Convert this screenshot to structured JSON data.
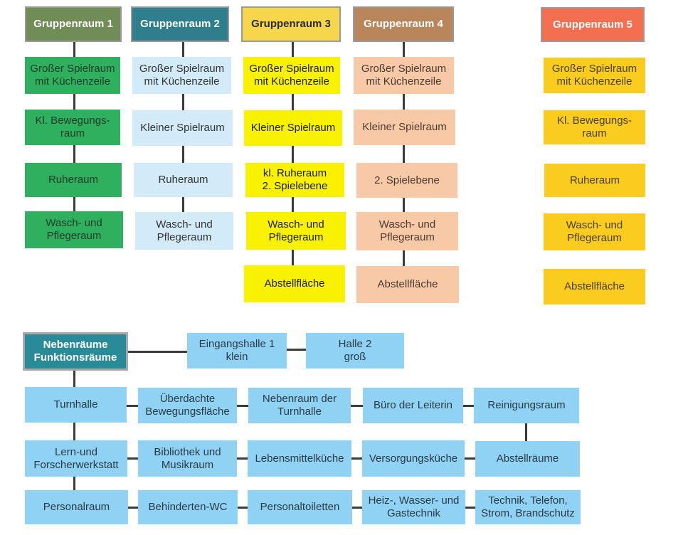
{
  "groups": [
    {
      "title": "Gruppenraum 1",
      "rooms": [
        "Großer Spielraum\nmit Küchenzeile",
        "Kl. Bewegungs-\nraum",
        "Ruheraum",
        "Wasch- und\nPflegeraum"
      ]
    },
    {
      "title": "Gruppenraum 2",
      "rooms": [
        "Großer Spielraum\nmit Küchenzeile",
        "Kleiner Spielraum",
        "Ruheraum",
        "Wasch- und\nPflegeraum"
      ]
    },
    {
      "title": "Gruppenraum 3",
      "rooms": [
        "Großer Spielraum\nmit Küchenzeile",
        "Kleiner Spielraum",
        "kl. Ruheraum\n2. Spielebene",
        "Wasch- und\nPflegeraum",
        "Abstellfläche"
      ]
    },
    {
      "title": "Gruppenraum 4",
      "rooms": [
        "Großer Spielraum\nmit Küchenzeile",
        "Kleiner Spielraum",
        "2. Spielebene",
        "Wasch- und\nPflegeraum",
        "Abstellfläche"
      ]
    },
    {
      "title": "Gruppenraum 5",
      "rooms": [
        "Großer Spielraum\nmit Küchenzeile",
        "Kl. Bewegungs-\nraum",
        "Ruheraum",
        "Wasch- und\nPflegeraum",
        "Abstellfläche"
      ]
    }
  ],
  "nebenraeume": {
    "title": "Nebenräume\nFunktionsräume",
    "halls": [
      "Eingangshalle 1\nklein",
      "Halle 2\ngroß"
    ],
    "row1": [
      "Turnhalle",
      "Überdachte\nBewegungsfläche",
      "Nebenraum der\nTurnhalle",
      "Büro der Leiterin",
      "Reinigungsraum"
    ],
    "row2": [
      "Lern-und\nForscherwerkstatt",
      "Bibliothek und\nMusikraum",
      "Lebensmittelküche",
      "Versorgungsküche",
      "Abstellräume"
    ],
    "row3": [
      "Personalraum",
      "Behinderten-WC",
      "Personaltoiletten",
      "Heiz-, Wasser- und\nGastechnik",
      "Technik, Telefon,\nStrom, Brandschutz"
    ]
  },
  "colors": {
    "group1": "#2fb05f",
    "group2": "#d3ebf9",
    "group3": "#f8f200",
    "group4": "#f7c9a6",
    "group5": "#f9cc1e",
    "function": "#8fd2f3"
  }
}
